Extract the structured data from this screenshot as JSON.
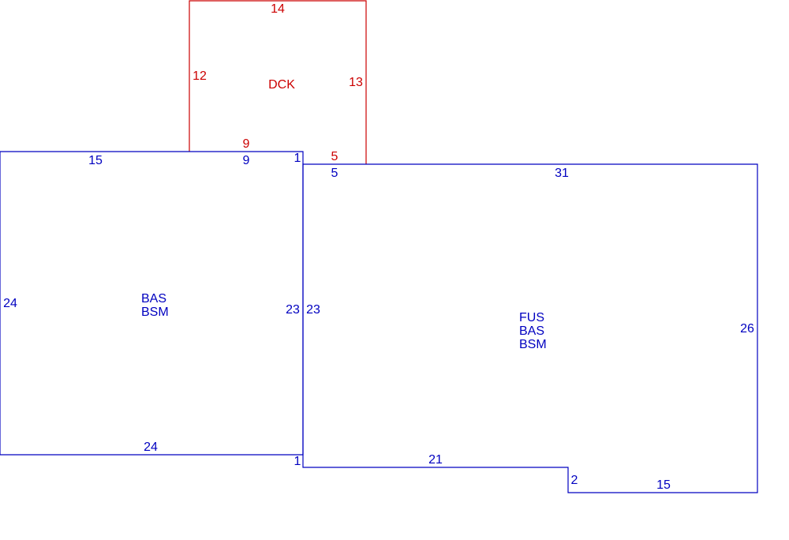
{
  "colors": {
    "structure": "#0000c0",
    "deck": "#cc0000"
  },
  "deck": {
    "label": "DCK",
    "dims": {
      "top": "14",
      "left": "12",
      "right": "13",
      "bottom_left": "9",
      "bottom_right": "5"
    }
  },
  "left_section": {
    "labels": [
      "BAS",
      "BSM"
    ],
    "dims": {
      "top_left": "15",
      "top_right": "9",
      "top_jog": "1",
      "left": "24",
      "right": "23",
      "bottom": "24",
      "bottom_jog": "1"
    }
  },
  "right_section": {
    "labels": [
      "FUS",
      "BAS",
      "BSM"
    ],
    "dims": {
      "top_left": "5",
      "top": "31",
      "left": "23",
      "right": "26",
      "bottom_left": "21",
      "step": "2",
      "bottom_right": "15"
    }
  }
}
